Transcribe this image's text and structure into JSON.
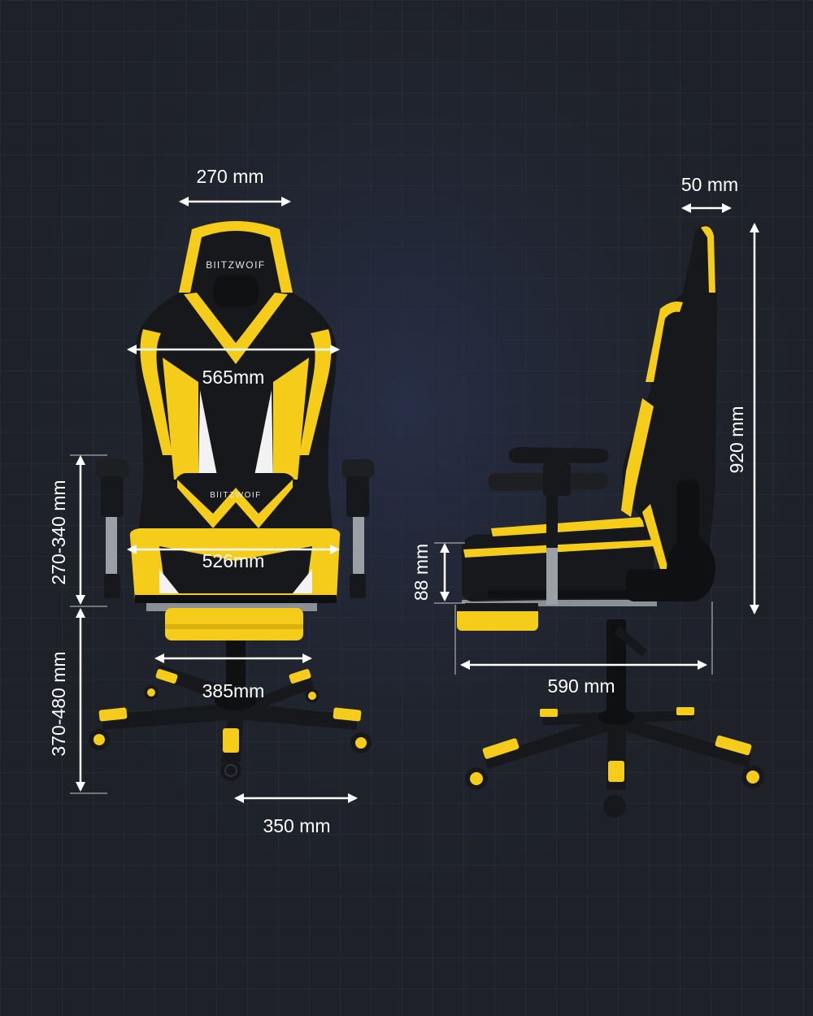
{
  "brand": {
    "logo_text": "BlITZWOIF"
  },
  "dimensions": {
    "headrest_width": "270 mm",
    "backrest_width": "565mm",
    "seat_width": "526mm",
    "armrest_height": "270-340 mm",
    "seat_height": "370-480 mm",
    "seat_depth_front": "385mm",
    "base_radius": "350 mm",
    "backrest_thickness": "50 mm",
    "backrest_height": "920 mm",
    "seat_thickness": "88 mm",
    "seat_depth_side": "590 mm"
  },
  "colors": {
    "background": "#1e2127",
    "grid": "#2b3140",
    "chair_black": "#16181b",
    "chair_yellow": "#f5cc1a",
    "chair_white": "#f2f2f2",
    "chrome": "#9aa0a6",
    "arrow": "#ffffff"
  }
}
